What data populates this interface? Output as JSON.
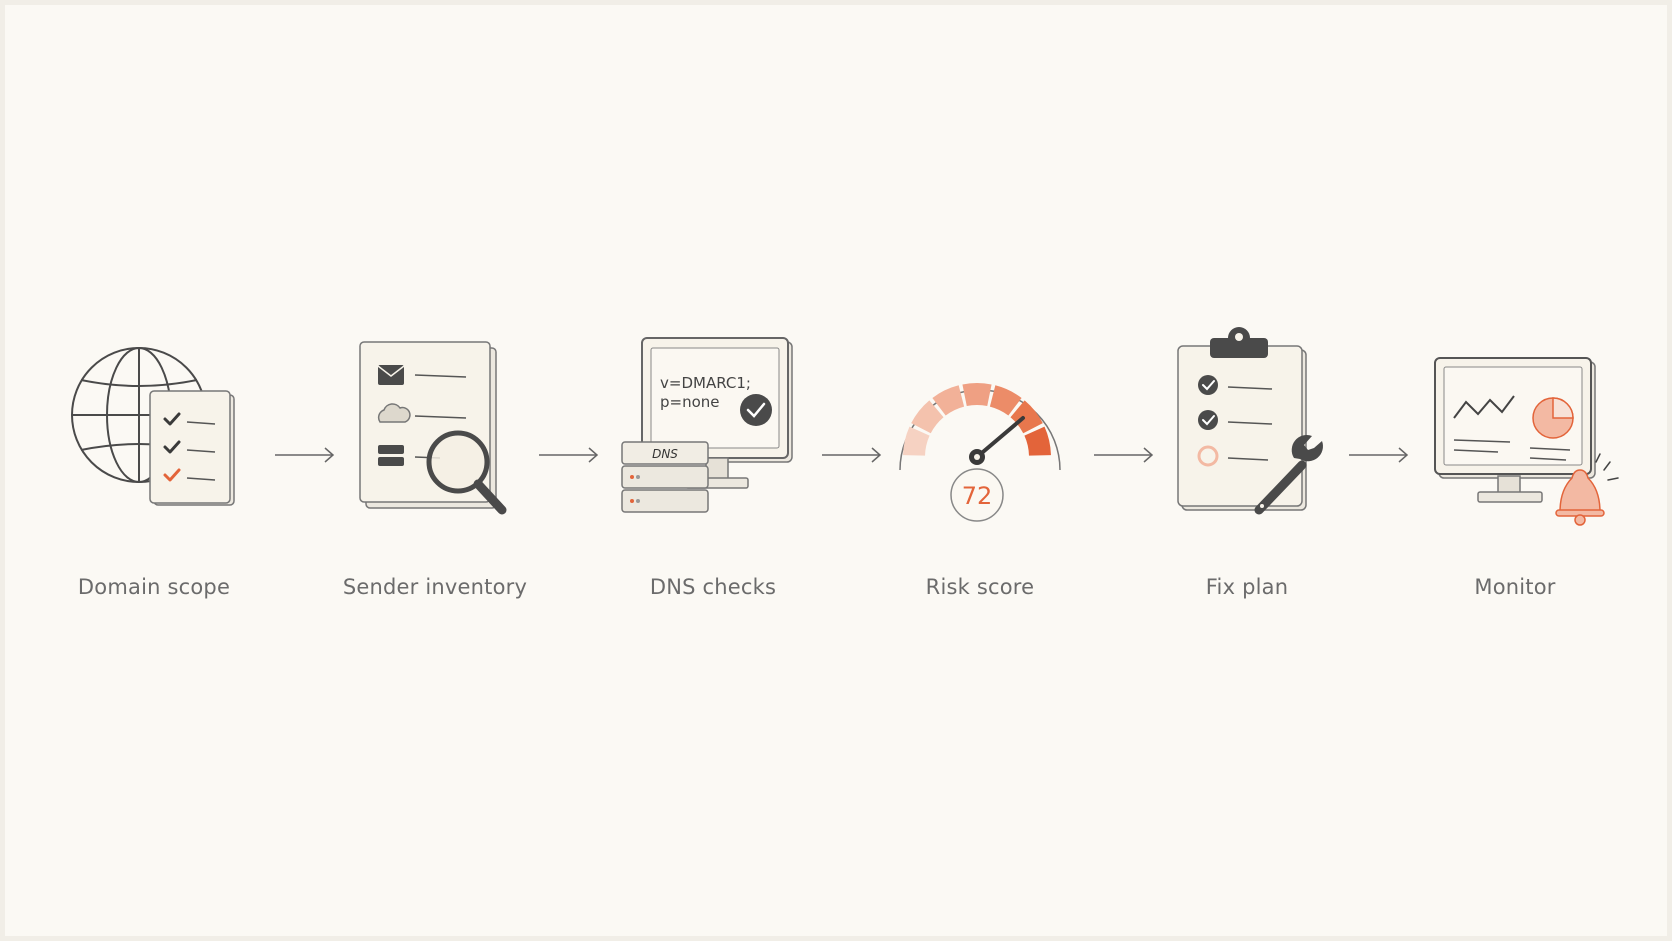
{
  "steps": [
    {
      "label": "Domain scope",
      "icon": "globe-checklist-icon"
    },
    {
      "label": "Sender inventory",
      "icon": "sender-list-magnifier-icon"
    },
    {
      "label": "DNS checks",
      "icon": "dns-monitor-icon",
      "record_line1": "v=DMARC1;",
      "record_line2": "p=none",
      "server_label": "DNS"
    },
    {
      "label": "Risk score",
      "icon": "gauge-icon",
      "score": "72"
    },
    {
      "label": "Fix plan",
      "icon": "clipboard-wrench-icon"
    },
    {
      "label": "Monitor",
      "icon": "monitor-alert-icon"
    }
  ],
  "colors": {
    "accent": "#e3643a",
    "accent_light": "#f3b9a3",
    "line": "#4a4a4a",
    "text": "#6b6b6b",
    "background": "#fbf9f4"
  }
}
